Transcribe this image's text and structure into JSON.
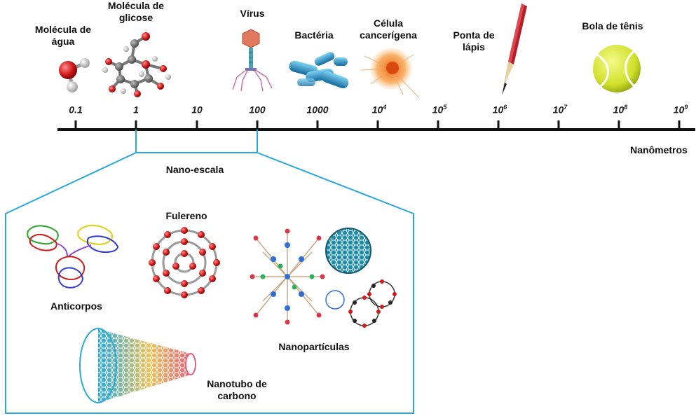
{
  "objects": [
    {
      "id": "water",
      "label": "Molécula de água"
    },
    {
      "id": "glucose",
      "label": "Molécula de glicose"
    },
    {
      "id": "virus",
      "label": "Vírus"
    },
    {
      "id": "bacteria",
      "label": "Bactéria"
    },
    {
      "id": "cancer",
      "label": "Célula cancerígena"
    },
    {
      "id": "pencil",
      "label": "Ponta de lápis"
    },
    {
      "id": "tennis",
      "label": "Bola de tênis"
    }
  ],
  "scale": {
    "unit": "Nanômetros",
    "ticks": [
      {
        "base": "0.1",
        "exp": ""
      },
      {
        "base": "1",
        "exp": ""
      },
      {
        "base": "10",
        "exp": ""
      },
      {
        "base": "100",
        "exp": ""
      },
      {
        "base": "1000",
        "exp": ""
      },
      {
        "base": "10",
        "exp": "4"
      },
      {
        "base": "10",
        "exp": "5"
      },
      {
        "base": "10",
        "exp": "6"
      },
      {
        "base": "10",
        "exp": "7"
      },
      {
        "base": "10",
        "exp": "8"
      },
      {
        "base": "10",
        "exp": "9"
      }
    ]
  },
  "nanoscale": {
    "title": "Nano-escala",
    "items": {
      "antibodies": "Anticorpos",
      "fullerene": "Fulereno",
      "nanoparticles": "Nanopartículas",
      "nanotube": "Nanotubo de carbono"
    }
  },
  "colors": {
    "axis": "#111111",
    "zoom_box": "#29a8e0",
    "atom_red": "#c8202a",
    "atom_gray": "#8a8a8a",
    "tennis_ball": "#d7e83a"
  }
}
